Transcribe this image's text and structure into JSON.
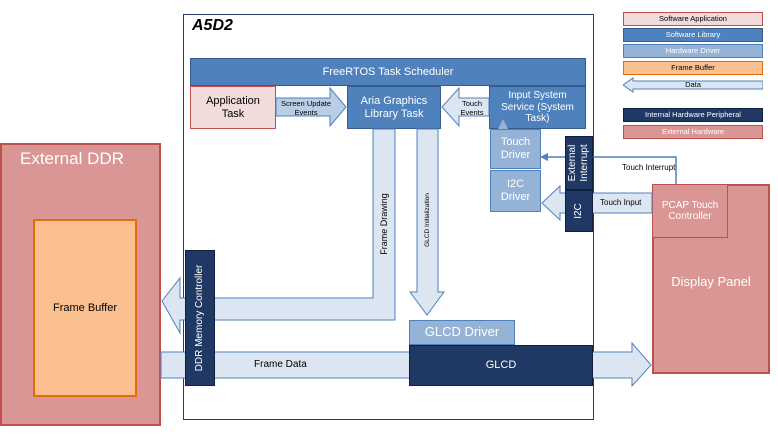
{
  "chip": {
    "title": "A5D2"
  },
  "scheduler": {
    "label": "FreeRTOS Task Scheduler"
  },
  "app_task": {
    "label": "Application Task"
  },
  "aria_task": {
    "label": "Aria Graphics Library Task"
  },
  "input_service": {
    "label": "Input System Service (System Task)"
  },
  "touch_driver": {
    "label": "Touch Driver"
  },
  "i2c_driver": {
    "label": "I2C Driver"
  },
  "external_interrupt": {
    "label": "External Interrupt"
  },
  "i2c_peripheral": {
    "label": "I2C"
  },
  "ddr_controller": {
    "label": "DDR Memory Controller"
  },
  "glcd_driver": {
    "label": "GLCD Driver"
  },
  "glcd": {
    "label": "GLCD"
  },
  "external_ddr": {
    "label": "External DDR"
  },
  "frame_buffer": {
    "label": "Frame Buffer"
  },
  "display_panel": {
    "label": "Display Panel"
  },
  "pcap": {
    "label": "PCAP Touch Controller"
  },
  "arrows": {
    "screen_update": "Screen Update Events",
    "touch_events": "Touch Events",
    "frame_drawing": "Frame Drawing",
    "glcd_init": "GLCD Initialization",
    "touch_interrupt": "Touch Interrupt",
    "touch_input": "Touch Input",
    "frame_data": "Frame Data"
  },
  "legend": {
    "items": [
      {
        "label": "Software Application",
        "color": "#f2dcdb"
      },
      {
        "label": "Software Library",
        "color": "#4f81bd"
      },
      {
        "label": "Hardware Driver",
        "color": "#95b3d7"
      },
      {
        "label": "Frame Buffer",
        "color": "#fac090"
      },
      {
        "label": "Data",
        "color": "#dce6f2"
      },
      {
        "label": "Internal Hardware Peripheral",
        "color": "#1f3864"
      },
      {
        "label": "External Hardware",
        "color": "#d99694"
      }
    ]
  }
}
